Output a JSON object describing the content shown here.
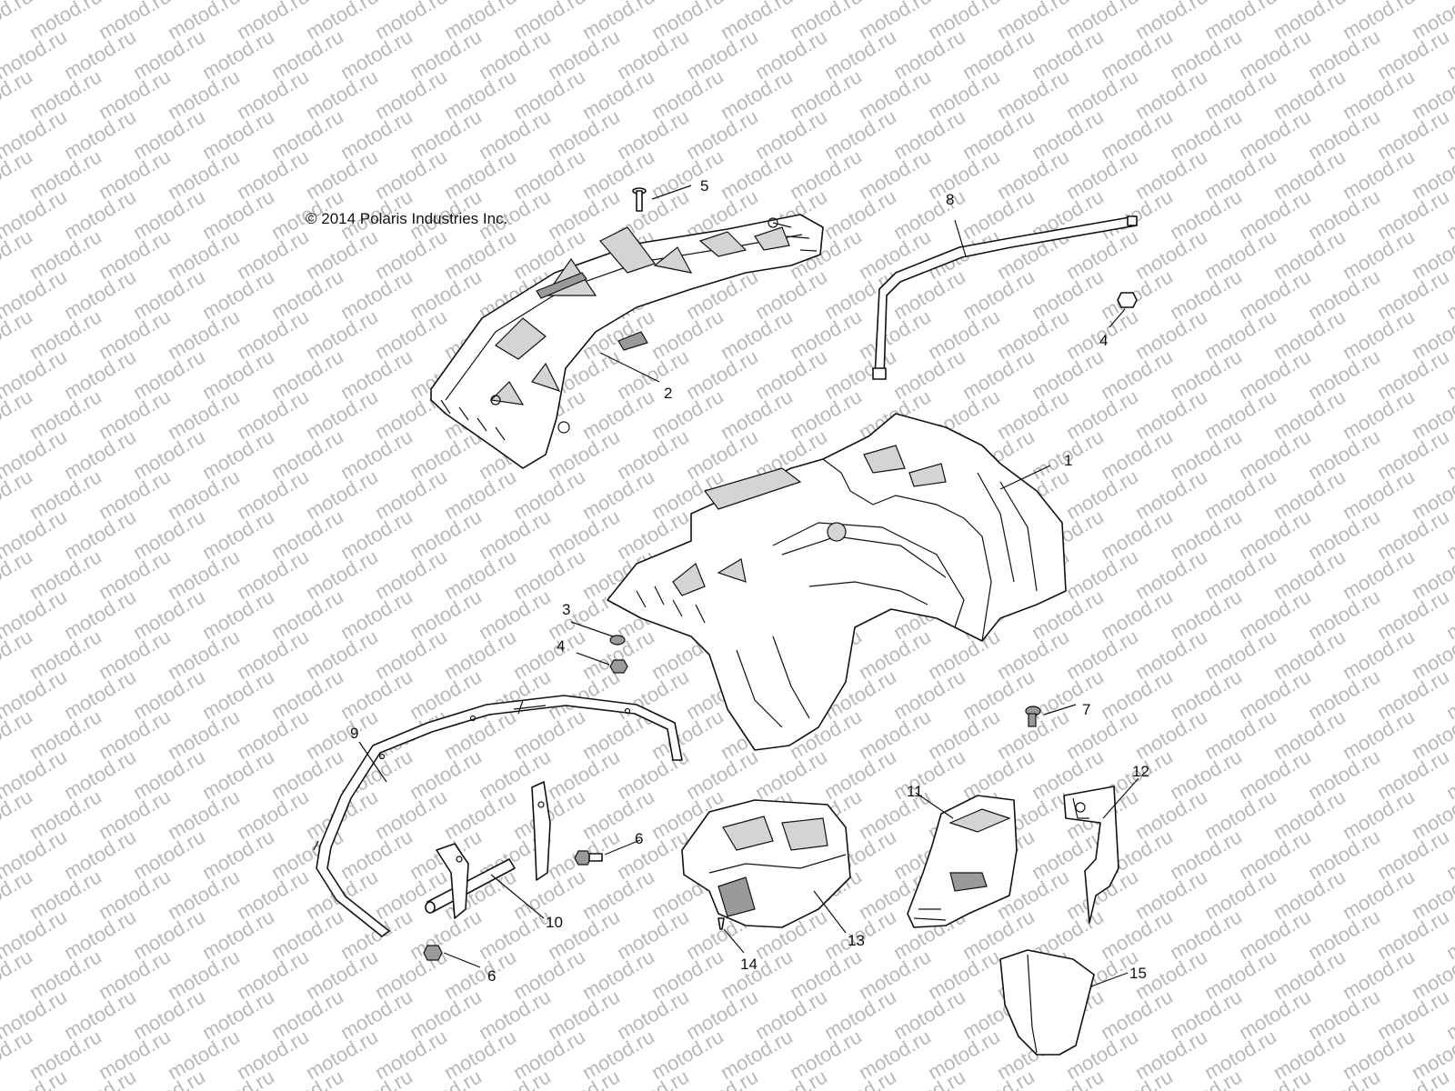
{
  "copyright": "© 2014 Polaris Industries Inc.",
  "watermark_text": "motod.ru",
  "callouts": {
    "c1": "1",
    "c2": "2",
    "c3": "3",
    "c4a": "4",
    "c4b": "4",
    "c5": "5",
    "c6a": "6",
    "c6b": "6",
    "c7": "7",
    "c8": "8",
    "c9": "9",
    "c10": "10",
    "c11": "11",
    "c12": "12",
    "c13": "13",
    "c14": "14",
    "c15": "15"
  }
}
